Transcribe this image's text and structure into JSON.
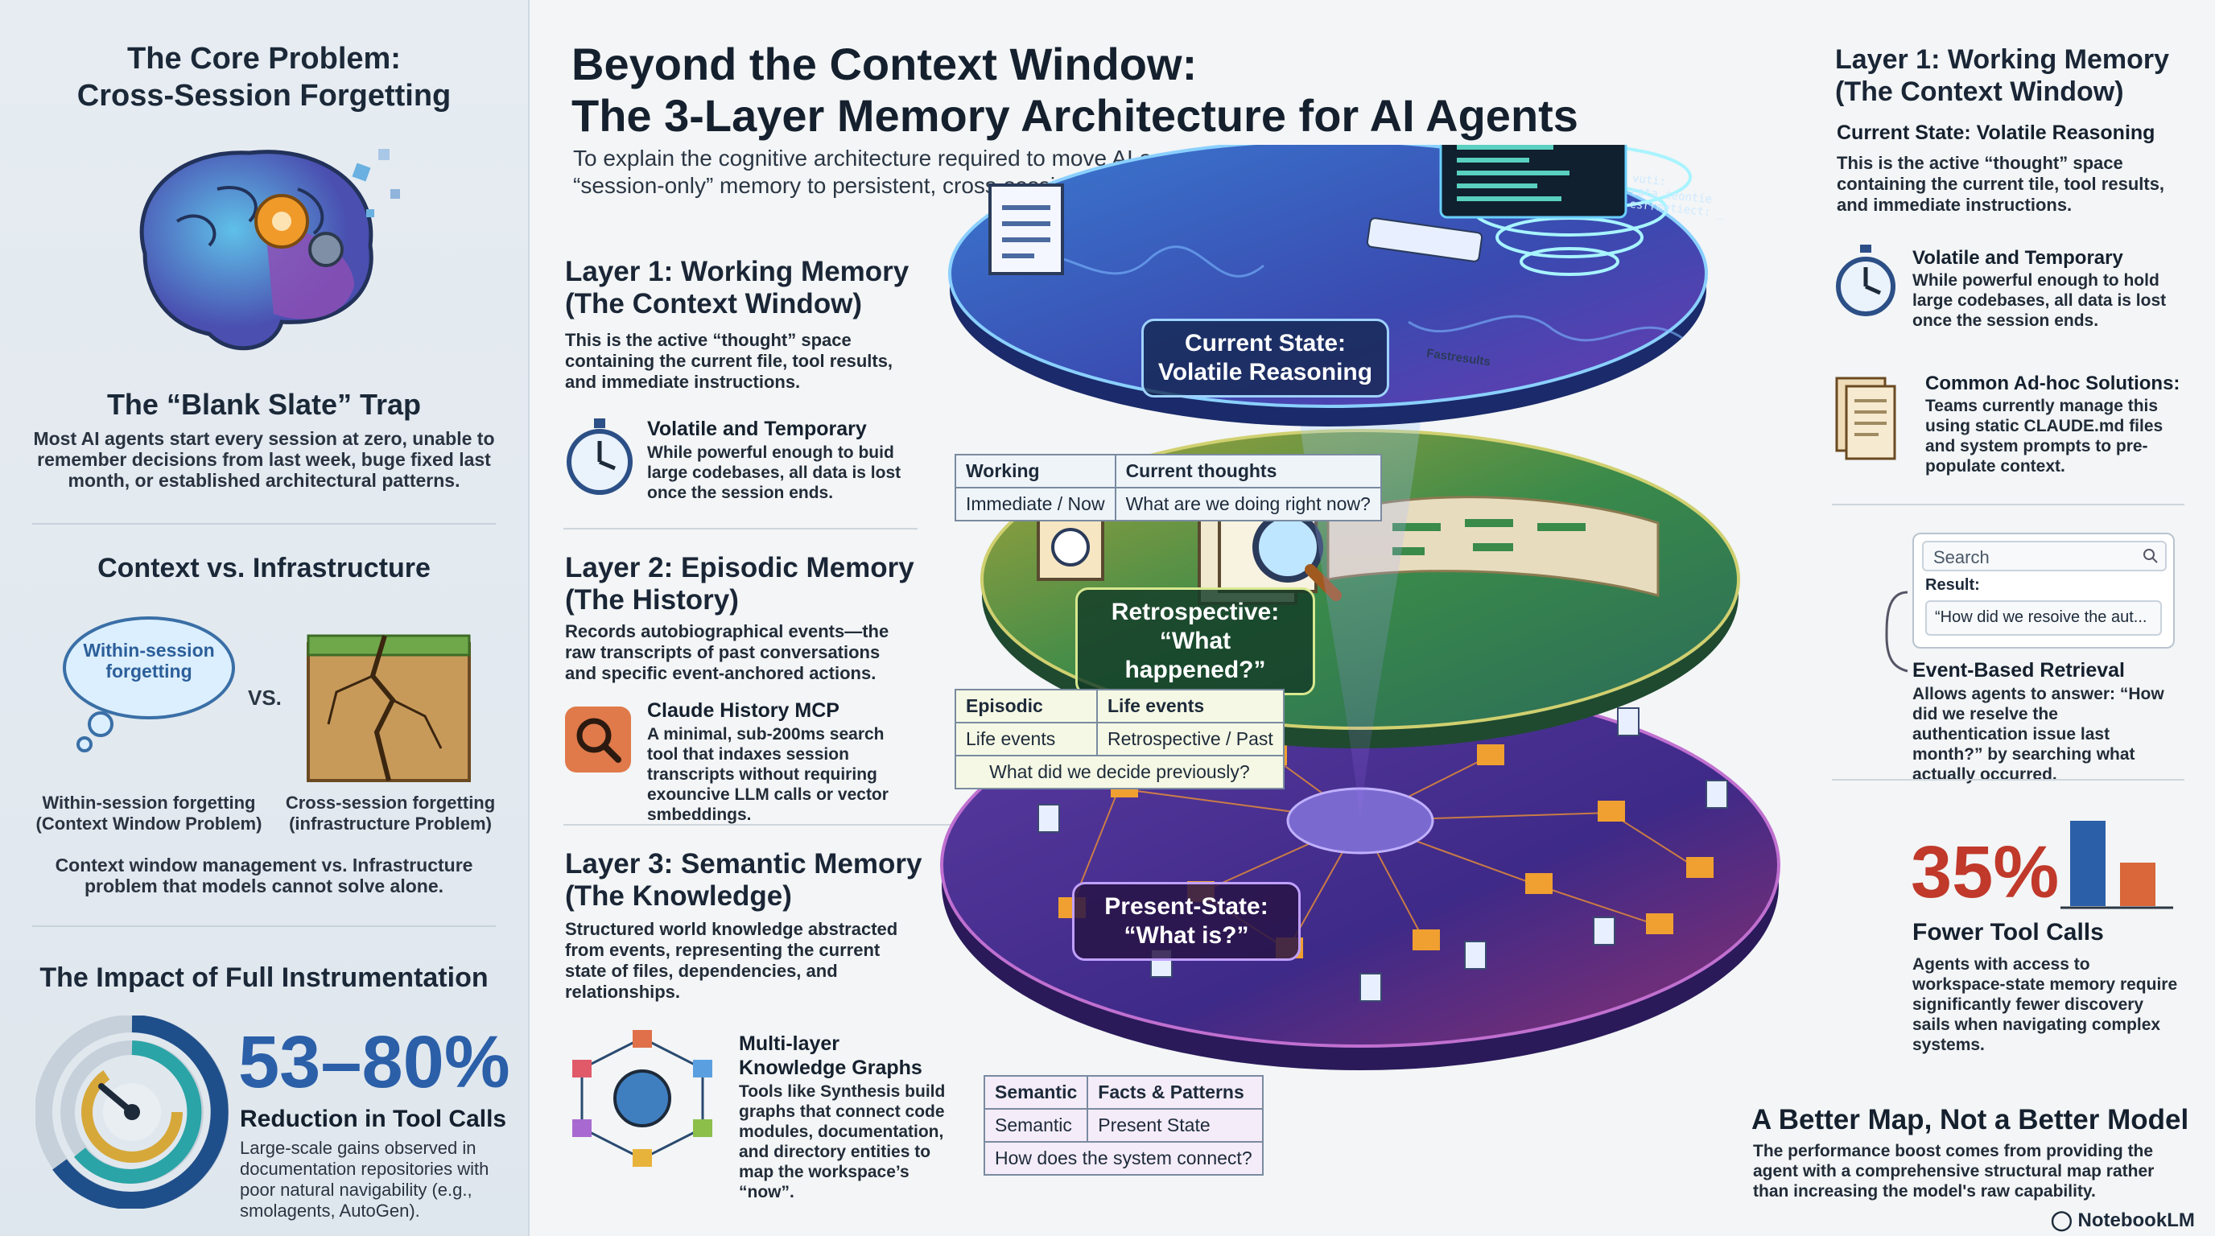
{
  "left": {
    "core_title_1": "The Core Problem:",
    "core_title_2": "Cross-Session Forgetting",
    "blank_title": "The “Blank Slate” Trap",
    "blank_text": "Most AI agents start every session at zero, unable to remember decisions from last week, buge fixed last month, or established architectural patterns.",
    "cvi_title": "Context vs. Infrastructure",
    "cloud_label": "Within-session forgetting",
    "vs": "VS.",
    "caption_left": "Within-session forgetting (Context Window Problem)",
    "caption_right": "Cross-session forgetting (infrastructure Problem)",
    "cvi_text": "Context window management vs. Infrastructure problem that models cannot solve alone.",
    "impact_title": "The Impact of Full Instrumentation",
    "impact_number": "53–80%",
    "impact_label": "Reduction in Tool Calls",
    "impact_text": "Large-scale gains observed in documentation repositories with poor natural navigability (e.g., smolagents, AutoGen)."
  },
  "header": {
    "title_1": "Beyond the Context Window:",
    "title_2": "The 3-Layer Memory Architecture for AI Agents",
    "subtitle": "To explain the cognitive architecture required to move AI agents from “session-only” memory to persistent, cross-session intelligence."
  },
  "middle": {
    "l1_title": "Layer 1: Working Memory (The Context Window)",
    "l1_text": "This is the active “thought” space containing the current file, tool results, and immediate instructions.",
    "l1_item_title": "Volatile and Temporary",
    "l1_item_text": "While powerful enough to buid large codebases, all data is lost once the session ends.",
    "l2_title": "Layer 2: Episodic Memory (The History)",
    "l2_text": "Records autobiographical events—the raw transcripts of past conversations and specific event-anchored actions.",
    "l2_item_title": "Claude History MCP",
    "l2_item_text": "A minimal, sub-200ms search tool that indaxes session transcripts without requiring exouncive LLM calls or vector smbeddings.",
    "l3_title": "Layer 3: Semantic Memory (The Knowledge)",
    "l3_text": "Structured world knowledge abstracted from events, representing the current state of files, dependencies, and relationships.",
    "l3_item_title": "Multi-layer Knowledge Graphs",
    "l3_item_text": "Tools like Synthesis build graphs that connect code modules, documentation, and directory entities to map the workspace’s “now”."
  },
  "diagram": {
    "label_top": "Current State: Volatile Reasoning",
    "label_mid": "Retrospective: “What happened?”",
    "label_bot": "Present-State: “What is?”",
    "tag_fastresults": "Fastresults",
    "t1": {
      "h1": "Working",
      "h2": "Current thoughts",
      "c1": "Immediate / Now",
      "c2": "What are we doing right now?"
    },
    "t2": {
      "h1": "Episodic",
      "h2": "Life events",
      "c1": "Life events",
      "c2": "Retrospective / Past",
      "q": "What did we decide previously?"
    },
    "t3": {
      "h1": "Semantic",
      "h2": "Facts & Patterns",
      "c1": "Semantic",
      "c2": "Present State",
      "q": "How does the system connect?"
    },
    "code_lines": [
      "vuti:",
      "cata ieontie",
      "esrrmetiect: _"
    ]
  },
  "right": {
    "l1_title": "Layer 1: Working Memory (The Context Window)",
    "l1_sub": "Current State: Volatile Reasoning",
    "l1_text": "This is the active “thought” space containing the current tile, tool results, and immediate instructions.",
    "vol_title": "Volatile and Temporary",
    "vol_text": "While powerful enough to hold large codebases, all data is lost once the session ends.",
    "adhoc_title": "Common Ad-hoc Solutions:",
    "adhoc_text": "Teams currently manage this using static CLAUDE.md files and system prompts to pre-populate context.",
    "search_placeholder": "Search",
    "result_label": "Result:",
    "result_value": "“How did we resoive the aut...",
    "event_title": "Event-Based Retrieval",
    "event_text": "Allows agents to answer: “How did we reselve the authentication issue last month?” by searching what actually occurred.",
    "stat_number": "35%",
    "stat_label": "Fower Tool Calls",
    "stat_text": "Agents with access to workspace-state memory require significantly fewer discovery sails when navigating complex systems.",
    "map_title": "A Better Map, Not a Better Model",
    "map_text": "The performance boost comes from providing the agent with a comprehensive structural map rather than increasing the model's raw capability.",
    "brand": "NotebookLM"
  },
  "colors": {
    "accent_blue": "#2b5fa8",
    "accent_red": "#c0392b",
    "teal": "#2aa4a6",
    "gold": "#d6a83a"
  }
}
